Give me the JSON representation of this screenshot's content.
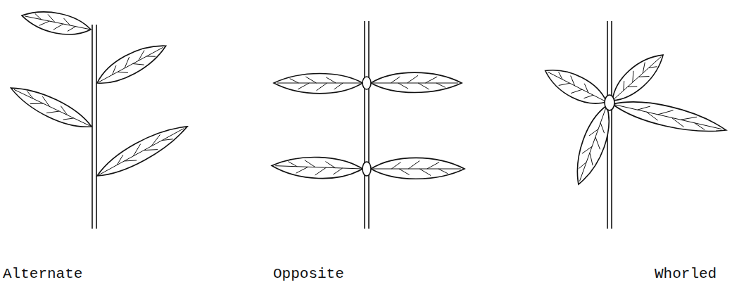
{
  "diagram": {
    "labels": [
      "Alternate",
      "Opposite",
      "Whorled"
    ]
  }
}
